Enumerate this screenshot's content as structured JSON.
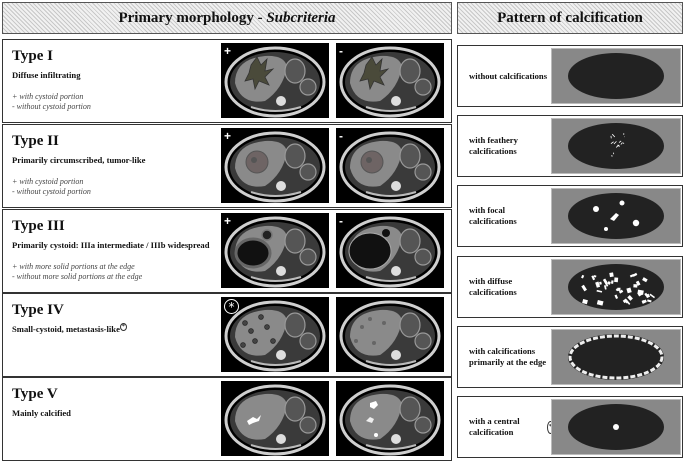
{
  "headers": {
    "left_prefix": "Primary morphology - ",
    "left_italic": "Subcriteria",
    "right": "Pattern of calcification"
  },
  "types": [
    {
      "title": "Type I",
      "subtitle": "Diffuse infiltrating",
      "notes": [
        "+ with cystoid portion",
        "- without cystoid portion"
      ],
      "scan_a_mark": "+",
      "scan_b_mark": "-"
    },
    {
      "title": "Type II",
      "subtitle": "Primarily circumscribed, tumor-like",
      "notes": [
        "+ with cystoid portion",
        "- without cystoid portion"
      ],
      "scan_a_mark": "+",
      "scan_b_mark": "-"
    },
    {
      "title": "Type III",
      "subtitle": "Primarily cystoid: IIIa intermediate / IIIb widespread",
      "notes": [
        "+ with more solid portions at the edge",
        "- without more solid portions at the edge"
      ],
      "scan_a_mark": "+",
      "scan_b_mark": "-"
    },
    {
      "title": "Type IV",
      "subtitle": "Small-cystoid, metastasis-like",
      "subtitle_mark": "*",
      "notes": [],
      "scan_a_mark": "*",
      "scan_b_mark": ""
    },
    {
      "title": "Type V",
      "subtitle": "Mainly calcified",
      "notes": [],
      "scan_a_mark": "",
      "scan_b_mark": ""
    }
  ],
  "calcification": [
    {
      "label": "without calcifications"
    },
    {
      "label": "with feathery calcifications"
    },
    {
      "label": "with focal calcifications"
    },
    {
      "label": "with diffuse calcifications"
    },
    {
      "label": "with calcifications primarily at the edge"
    },
    {
      "label": "with a central calcification",
      "mark": "*"
    }
  ],
  "colors": {
    "scan_background": "#000000",
    "tissue": "#8a8a8a",
    "lesion_dark": "#111111",
    "calc_white": "#ffffff",
    "calc_bg": "#888888"
  }
}
